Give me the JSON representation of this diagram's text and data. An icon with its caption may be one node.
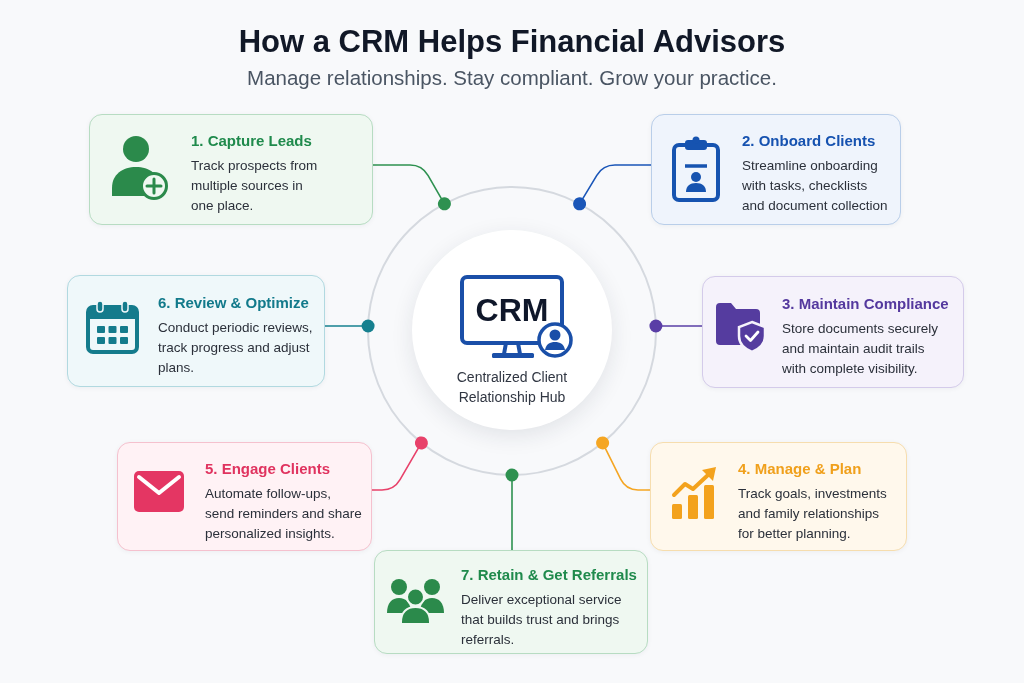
{
  "diagram": {
    "title": "How a CRM Helps Financial Advisors",
    "labels": [
      "Manage relationships. Stay compliant. Grow your practice."
    ],
    "nodes": [
      {
        "text": [],
        "shape": "circle"
      },
      {
        "text": [
          "CRM",
          "Centralized Client Relationship Hub"
        ],
        "in": 0
      },
      {
        "text": [
          "1. Capture Leads",
          "Track prospects from multiple sources in one place."
        ]
      },
      {
        "text": [
          "2. Onboard Clients",
          "Streamline onboarding with tasks, checklists and document collection"
        ]
      },
      {
        "text": [
          "3. Maintain Compliance",
          "Store documents securely and maintain audit trails with complete visibility."
        ]
      },
      {
        "text": [
          "4. Manage & Plan",
          "Track goals, investments and family relationships for better planning."
        ]
      },
      {
        "text": [
          "5. Engage Clients",
          "Automate follow-ups, send reminders and share personalized insights."
        ]
      },
      {
        "text": [
          "6. Review & Optimize",
          "Conduct periodic reviews, track progress and adjust plans."
        ]
      },
      {
        "text": [
          "7. Retain & Get Referrals",
          "Deliver exceptional service that builds trust and brings referrals."
        ]
      }
    ],
    "edges": [
      {
        "from": 2,
        "to": 0,
        "arrow": "other",
        "color": "#2e9150"
      },
      {
        "from": 3,
        "to": 0,
        "arrow": "other",
        "color": "#1a56b8"
      },
      {
        "from": 4,
        "to": 0,
        "arrow": "other",
        "color": "#5a3ea6"
      },
      {
        "from": 5,
        "to": 0,
        "arrow": "other",
        "color": "#f5a623"
      },
      {
        "from": 6,
        "to": 0,
        "arrow": "other",
        "color": "#e8416a"
      },
      {
        "from": 7,
        "to": 0,
        "arrow": "other",
        "color": "#16808f"
      },
      {
        "from": 8,
        "to": 0,
        "arrow": "other",
        "color": "#2e9150"
      }
    ]
  }
}
